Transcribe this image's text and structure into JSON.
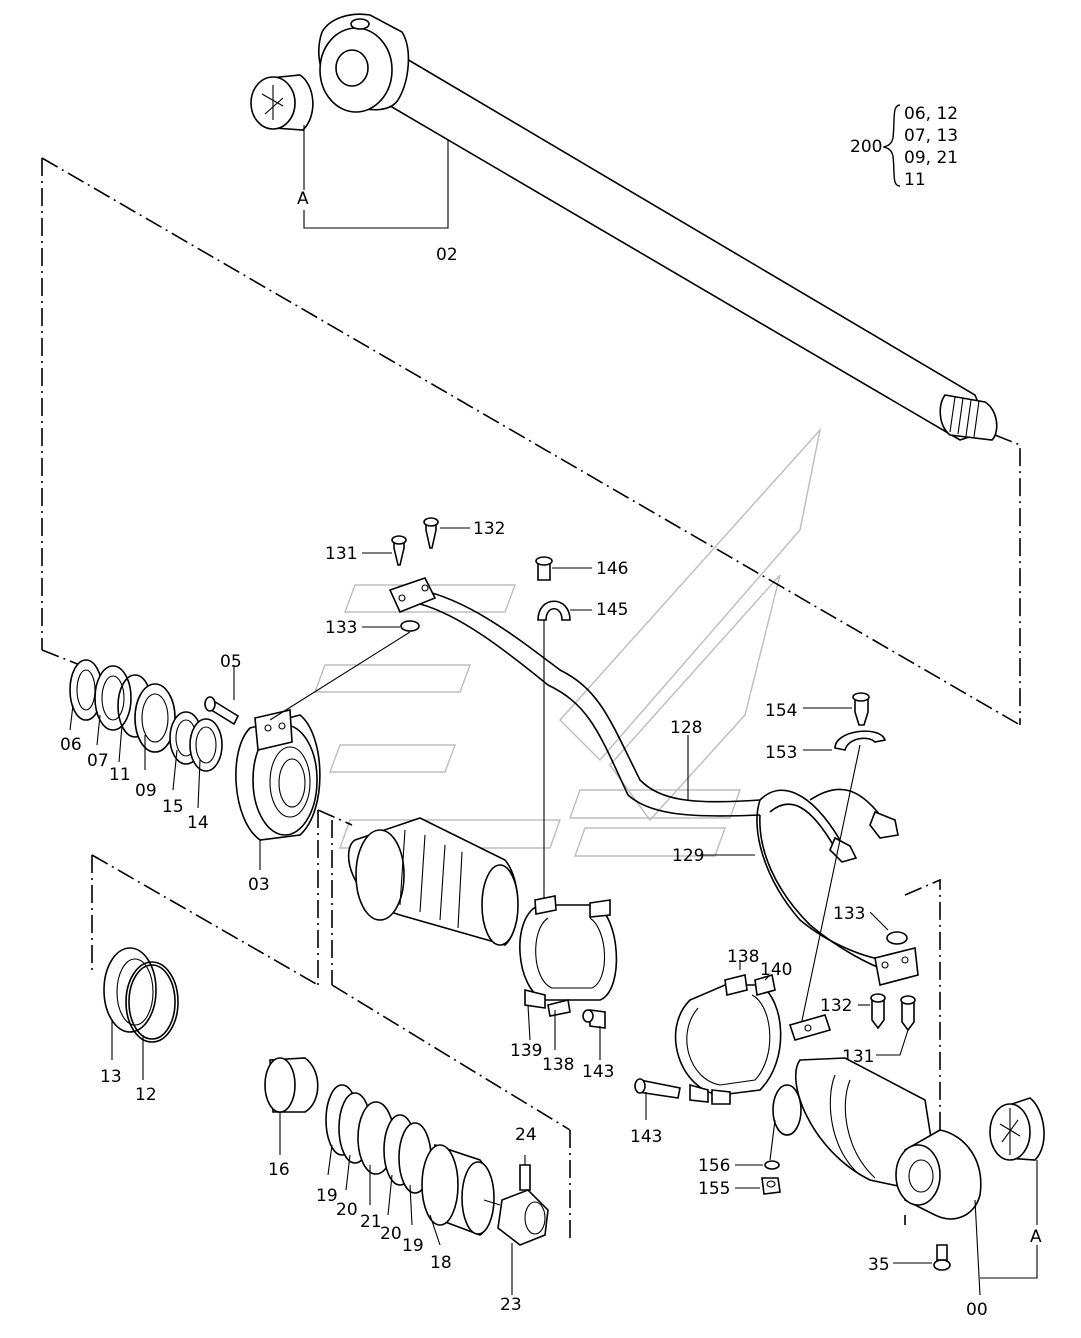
{
  "group_note": {
    "number": "200",
    "lines": [
      "06, 12",
      "07, 13",
      "09, 21",
      "11"
    ]
  },
  "labels": {
    "rod": "02",
    "ref_a_top": "A",
    "ref_a_bottom": "A",
    "head": "03",
    "bolt_05": "05",
    "seal_06": "06",
    "seal_07": "07",
    "ring_11": "11",
    "seal_09": "09",
    "ring_15": "15",
    "ring_14": "14",
    "ring_13": "13",
    "oring_12": "12",
    "cushion_16": "16",
    "ring_19a": "19",
    "ring_20a": "20",
    "ring_21": "21",
    "ring_20b": "20",
    "ring_19b": "19",
    "piston_18": "18",
    "screw_24": "24",
    "nut_23": "23",
    "bolt_131a": "131",
    "bolt_132a": "132",
    "oring_133a": "133",
    "bolt_146": "146",
    "clamp_145": "145",
    "pipe_128": "128",
    "pipe_129": "129",
    "bolt_154": "154",
    "clamp_153": "153",
    "oring_133b": "133",
    "bolt_132b": "132",
    "bolt_131b": "131",
    "band_138a": "138",
    "band_140": "140",
    "band_139": "139",
    "band_138b": "138",
    "bolt_143a": "143",
    "bolt_143b": "143",
    "washer_156": "156",
    "nut_155": "155",
    "bolt_35": "35",
    "tube_00": "00"
  }
}
